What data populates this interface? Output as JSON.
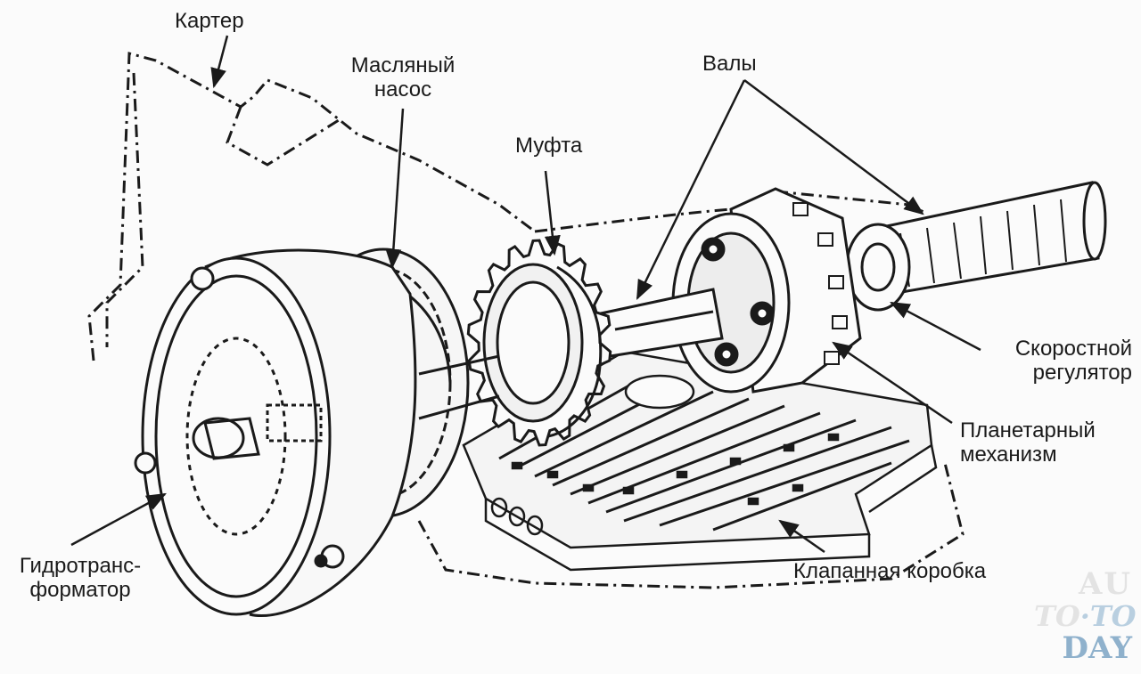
{
  "labels": {
    "karter": "Картер",
    "oil_pump_line1": "Масляный",
    "oil_pump_line2": "насос",
    "mufta": "Муфта",
    "valy": "Валы",
    "speed_reg_line1": "Скоростной",
    "speed_reg_line2": "регулятор",
    "planetary_line1": "Планетарный",
    "planetary_line2": "механизм",
    "valve_box": "Клапанная коробка",
    "torque_conv_line1": "Гидротранс-",
    "torque_conv_line2": "форматор"
  },
  "watermark": {
    "line1": "AU",
    "line2a": "TO",
    "line2b": "TO",
    "line3": "DAY"
  },
  "colors": {
    "ink": "#1a1a1a",
    "paper": "#fbfbfb",
    "watermark_blue": "#8fb1cc"
  }
}
